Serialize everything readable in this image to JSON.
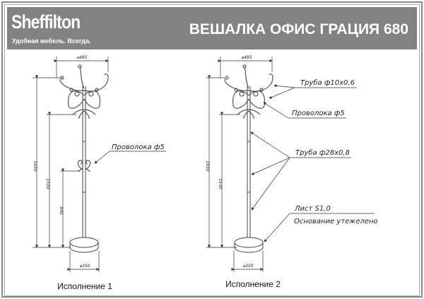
{
  "header": {
    "brand": "Sheffilton",
    "tagline": "Удобная мебель. Всегда.",
    "title": "ВЕШАЛКА ОФИС ГРАЦИЯ 680"
  },
  "variant1": {
    "top_diameter": "⌀485",
    "base_diameter": "⌀350",
    "height_total": "1930",
    "height_top_hooks": "1530",
    "height_mid_hooks": "840",
    "label_wire": "Проволока ф5",
    "caption": "Исполнение 1"
  },
  "variant2": {
    "top_diameter": "⌀485",
    "base_diameter": "⌀350",
    "height_total": "1930",
    "height_top_hooks": "1530",
    "label_tube_small": "Труба ф10х0,6",
    "label_wire": "Проволока ф5",
    "label_tube_main": "Труба ф28х0,8",
    "label_sheet": "Лист S1,0",
    "label_base": "Основание утежелено",
    "caption": "Исполнение 2"
  }
}
